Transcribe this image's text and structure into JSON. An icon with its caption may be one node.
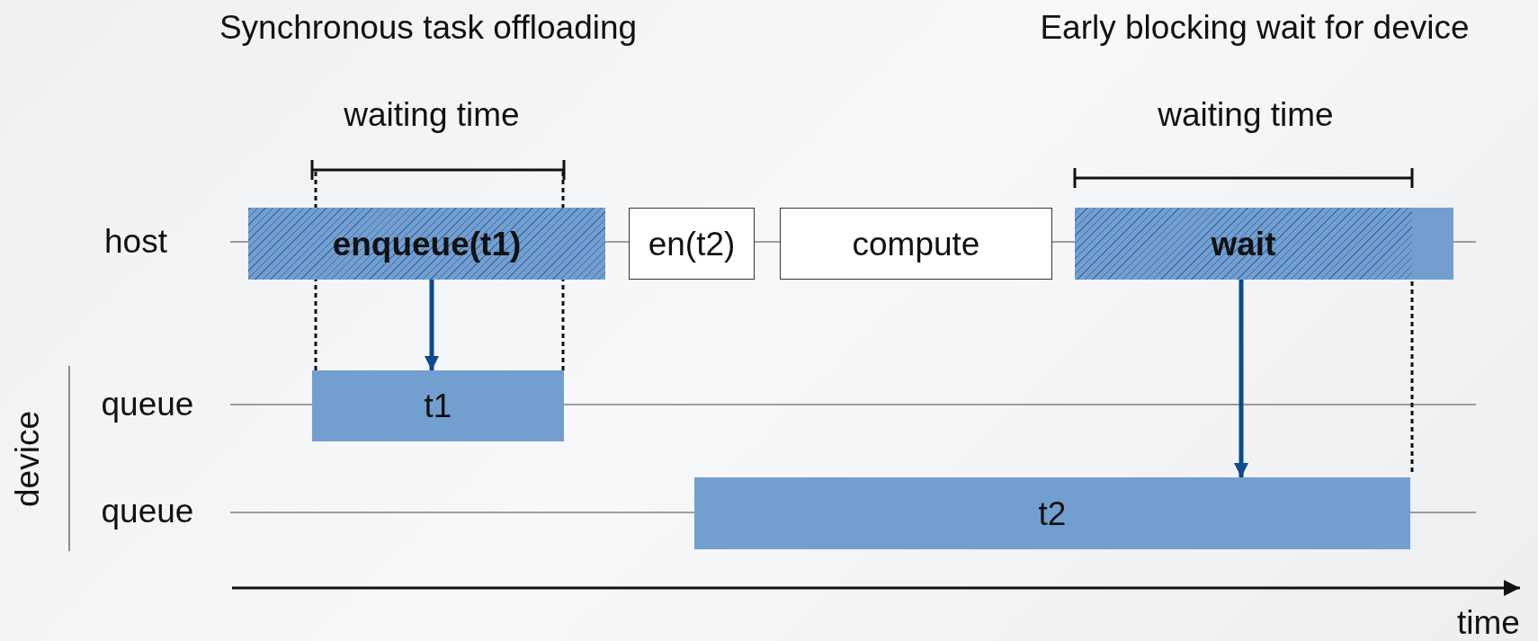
{
  "diagram": {
    "nodes": [
      {
        "text": [
          "enqueue(t1)"
        ]
      },
      {
        "text": [
          "en(t2)"
        ]
      },
      {
        "text": [
          "compute"
        ]
      },
      {
        "text": [
          "wait"
        ]
      },
      {
        "text": [],
        "shape": "bar"
      },
      {
        "text": [
          "t1"
        ]
      },
      {
        "text": [
          "t2"
        ]
      }
    ],
    "edges": [
      {
        "from": 0,
        "to": 5,
        "arrow": "to"
      },
      {
        "from": 3,
        "to": 6,
        "arrow": "to"
      }
    ],
    "labels": [
      "Synchronous task offloading",
      "Early blocking wait for device",
      "waiting time",
      "waiting time",
      "host",
      "queue",
      "queue",
      "device",
      "time"
    ]
  }
}
